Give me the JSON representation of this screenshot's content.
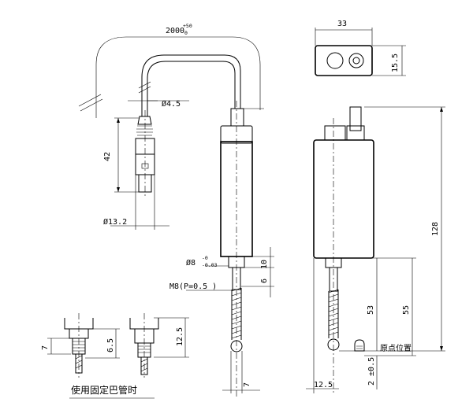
{
  "dimensions": {
    "cable_length": "2000",
    "cable_tolerance_plus": "+50",
    "cable_tolerance_minus": "0",
    "cable_diameter": "Ø4.5",
    "connector_length": "42",
    "connector_diameter": "Ø13.2",
    "body_width": "33",
    "body_depth": "15.5",
    "total_height": "128",
    "shaft_diameter": "Ø8",
    "shaft_tol_upper": "-0",
    "shaft_tol_lower": "-0.03",
    "length_10": "10",
    "length_6": "6",
    "thread": "M8(P=0.5 )",
    "stroke_53": "53",
    "stroke_55": "55",
    "stroke_offset": "2 ±0.5",
    "tip_offset": "12.5",
    "tip_width": "7",
    "clamp_7": "7",
    "clamp_6_5": "6.5",
    "clamp_12_5": "12.5"
  },
  "labels": {
    "origin_position": "原点位置",
    "clamp_caption": "使用固定巴管时"
  }
}
